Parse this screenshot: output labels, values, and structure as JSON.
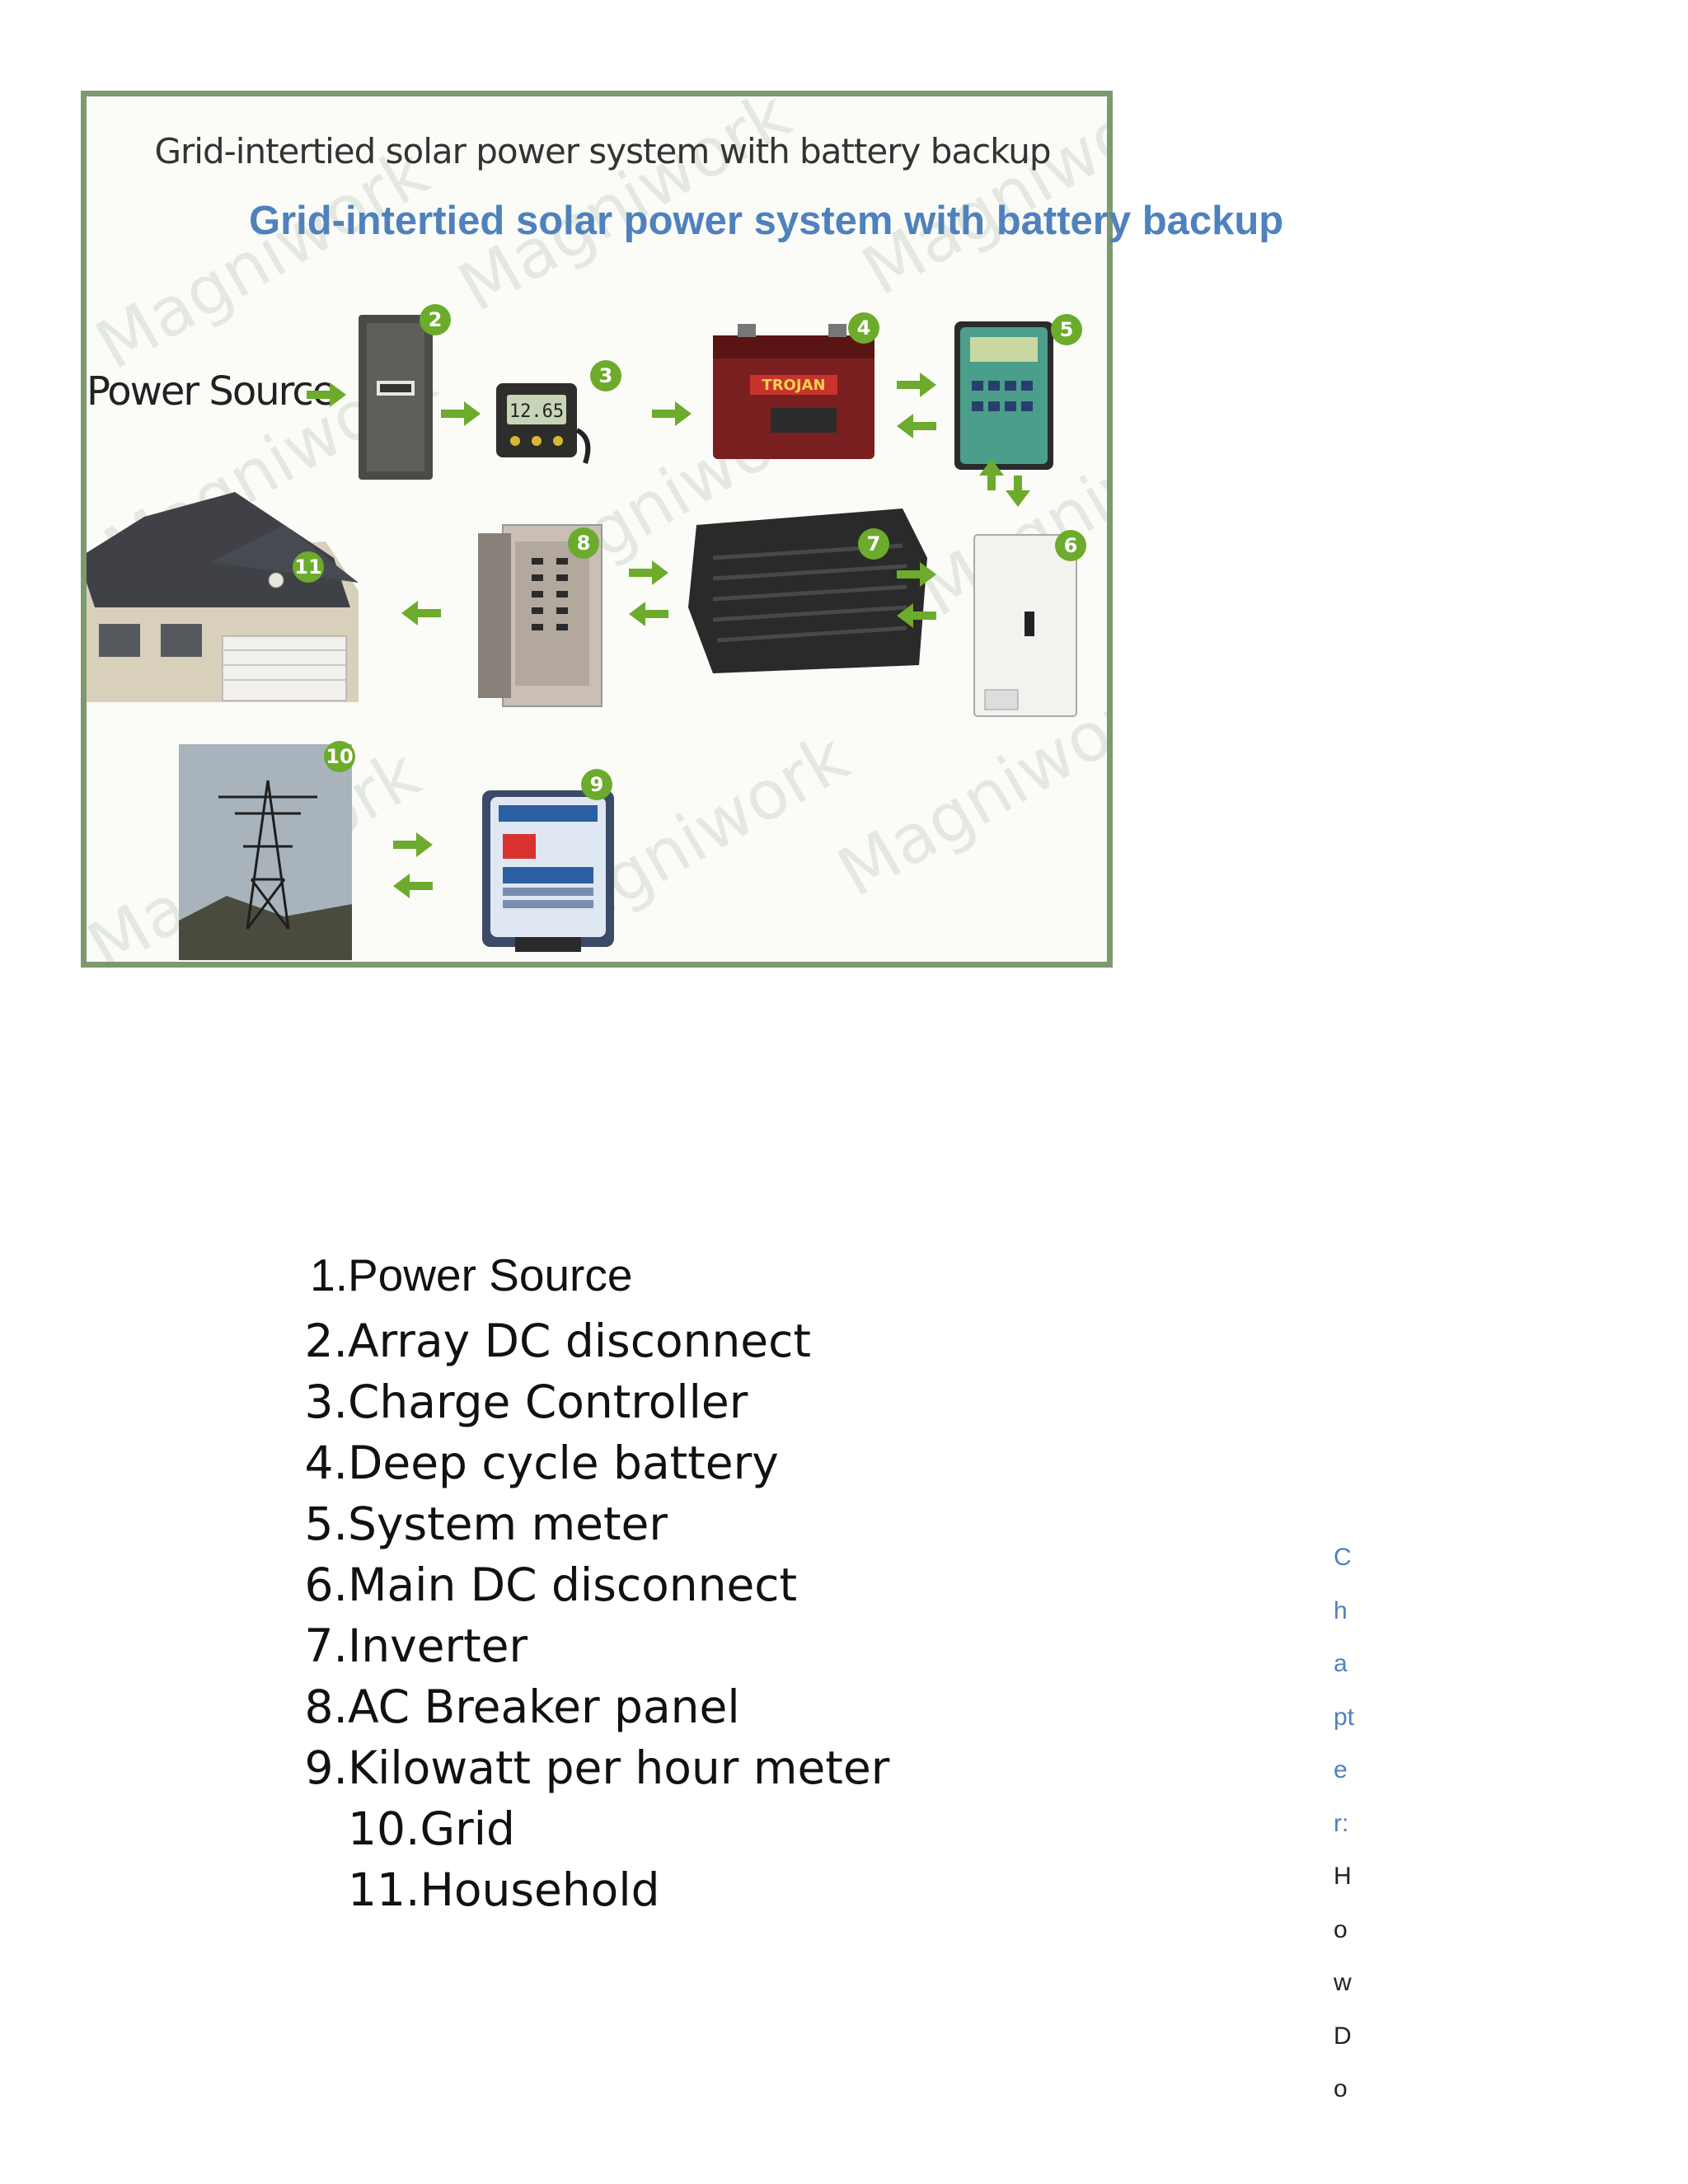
{
  "figure": {
    "title": "Grid-intertied solar power system with battery backup",
    "watermark": "Magniwork",
    "power_label": "Power Source",
    "badges": [
      "2",
      "3",
      "4",
      "5",
      "6",
      "7",
      "8",
      "9",
      "10",
      "11"
    ],
    "meter_reading": "12.65",
    "battery_brand": "TROJAN"
  },
  "overlay_title": "Grid-intertied solar power system with battery backup",
  "components": [
    {
      "num": "1.",
      "label": "Power Source"
    },
    {
      "num": "2.",
      "label": "Array DC disconnect"
    },
    {
      "num": "3.",
      "label": "Charge Controller"
    },
    {
      "num": "4.",
      "label": "Deep cycle battery"
    },
    {
      "num": "5.",
      "label": "System meter"
    },
    {
      "num": "6.",
      "label": "Main DC disconnect"
    },
    {
      "num": "7.",
      "label": "Inverter"
    },
    {
      "num": "8.",
      "label": "AC Breaker panel"
    },
    {
      "num": "9.",
      "label": "Kilowatt per hour meter"
    },
    {
      "num": "10.",
      "label": "Grid"
    },
    {
      "num": "11.",
      "label": "Household"
    }
  ],
  "side_text": {
    "blue": [
      "C",
      "h",
      "a",
      "pt",
      "e",
      "r:"
    ],
    "dark": [
      "H",
      "o",
      "w",
      "D",
      "o"
    ],
    "colors": {
      "blue": "#4f81bd",
      "dark": "#222222"
    }
  }
}
